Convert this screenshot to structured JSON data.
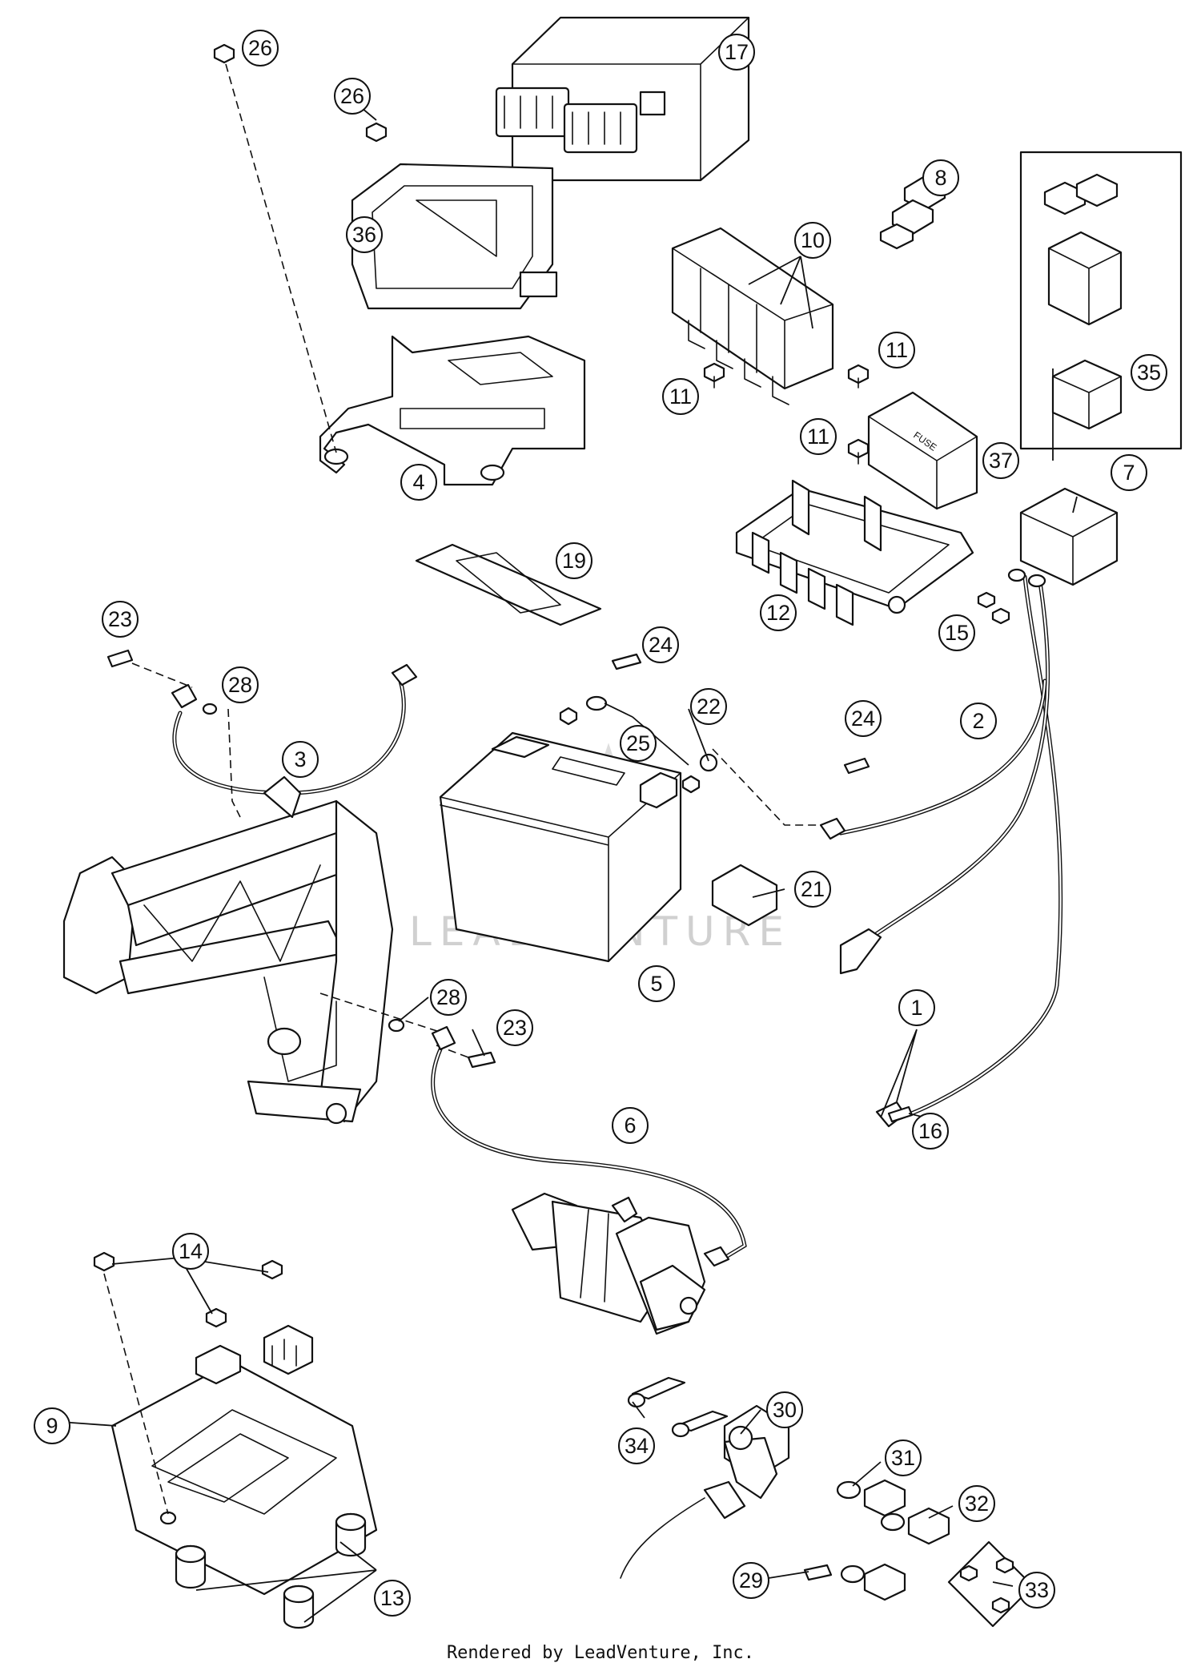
{
  "watermark": "LEADVENTURE",
  "footer": "Rendered by LeadVenture, Inc.",
  "callouts": [
    "26",
    "26",
    "17",
    "8",
    "10",
    "7",
    "35",
    "36",
    "11",
    "11",
    "11",
    "37",
    "4",
    "12",
    "19",
    "15",
    "23",
    "28",
    "24",
    "22",
    "24",
    "25",
    "2",
    "3",
    "21",
    "5",
    "28",
    "23",
    "1",
    "16",
    "6",
    "14",
    "30",
    "9",
    "34",
    "31",
    "32",
    "29",
    "33",
    "13"
  ],
  "colors": {
    "ink": "#111111",
    "paper": "#ffffff",
    "watermark": "#d0d0d0"
  }
}
